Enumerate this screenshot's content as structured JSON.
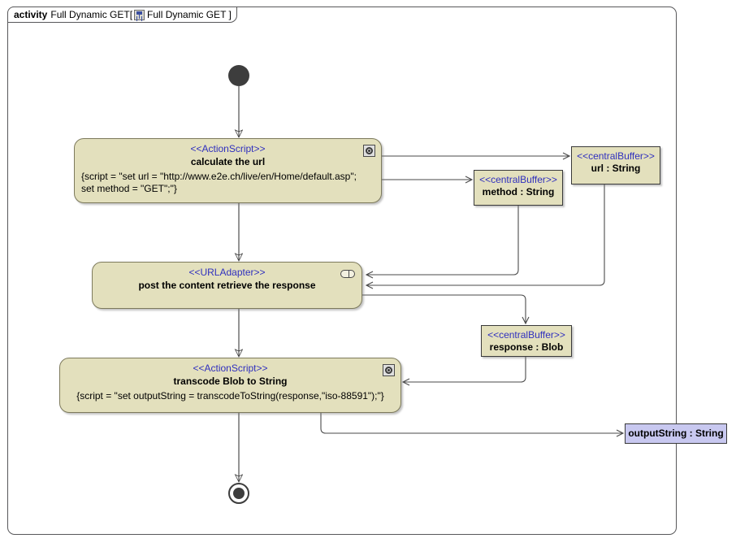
{
  "diagram": {
    "type": "uml-activity-diagram",
    "frame": {
      "keyword": "activity",
      "title": "Full Dynamic GET[",
      "icon": "activity-diagram-icon",
      "subtitle": "Full Dynamic GET ]"
    },
    "nodes": [
      {
        "id": "initial",
        "kind": "initial-node",
        "name": "initial-node"
      },
      {
        "id": "calculate-url",
        "kind": "action",
        "stereotype": "<<ActionScript>>",
        "name": "calculate the url",
        "body": "{script = \"set url = \"http://www.e2e.ch/live/en/Home/default.asp\";\nset method = \"GET\";\"}",
        "icon": "script-icon"
      },
      {
        "id": "url-buffer",
        "kind": "central-buffer",
        "stereotype": "<<centralBuffer>>",
        "name": "url : String"
      },
      {
        "id": "method-buffer",
        "kind": "central-buffer",
        "stereotype": "<<centralBuffer>>",
        "name": "method : String"
      },
      {
        "id": "url-adapter",
        "kind": "action",
        "stereotype": "<<URLAdapter>>",
        "name": "post the content retrieve the response",
        "body": "",
        "icon": "adapter-icon"
      },
      {
        "id": "response-buffer",
        "kind": "central-buffer",
        "stereotype": "<<centralBuffer>>",
        "name": "response : Blob"
      },
      {
        "id": "transcode",
        "kind": "action",
        "stereotype": "<<ActionScript>>",
        "name": "transcode Blob to String",
        "body": "{script = \"set outputString = transcodeToString(response,\"iso-88591\");\"}",
        "icon": "script-icon"
      },
      {
        "id": "output-param",
        "kind": "activity-parameter-node",
        "name": "outputString : String"
      },
      {
        "id": "final",
        "kind": "activity-final-node",
        "name": "activity-final-node"
      }
    ],
    "edges": [
      {
        "from": "initial",
        "to": "calculate-url"
      },
      {
        "from": "calculate-url",
        "to": "url-buffer"
      },
      {
        "from": "calculate-url",
        "to": "method-buffer"
      },
      {
        "from": "calculate-url",
        "to": "url-adapter"
      },
      {
        "from": "url-buffer",
        "to": "url-adapter"
      },
      {
        "from": "method-buffer",
        "to": "url-adapter"
      },
      {
        "from": "url-adapter",
        "to": "response-buffer"
      },
      {
        "from": "url-adapter",
        "to": "transcode"
      },
      {
        "from": "response-buffer",
        "to": "transcode"
      },
      {
        "from": "transcode",
        "to": "output-param"
      },
      {
        "from": "transcode",
        "to": "final"
      }
    ],
    "colors": {
      "node_fill": "#e3e0bd",
      "node_border": "#7d7a5c",
      "param_fill": "#c8c8f0",
      "stereotype_text": "#2f2fbe",
      "edge": "#4a4a4a",
      "frame_border": "#58585a"
    }
  }
}
